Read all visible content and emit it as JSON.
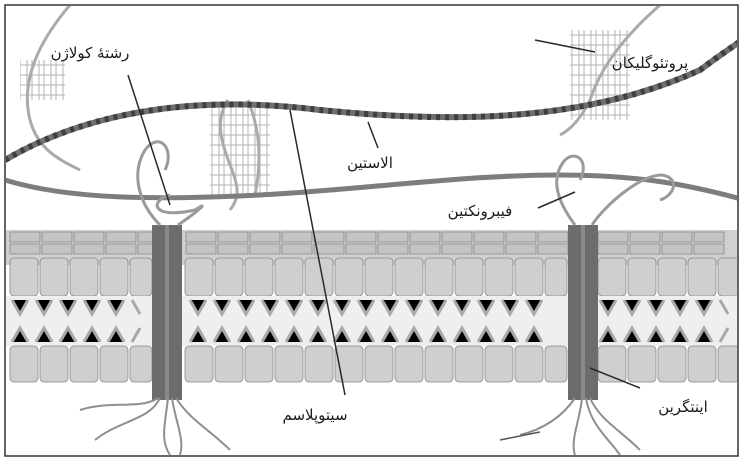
{
  "labels": {
    "collagen": "رشتهٔ کولاژن",
    "proteoglycan": "پروتئوگلیکان",
    "elastin": "الاستین",
    "fibronectin": "فیبرونکتین",
    "integrin": "اینتگرین",
    "cytoplasm": "سیتوپلاسم"
  }
}
